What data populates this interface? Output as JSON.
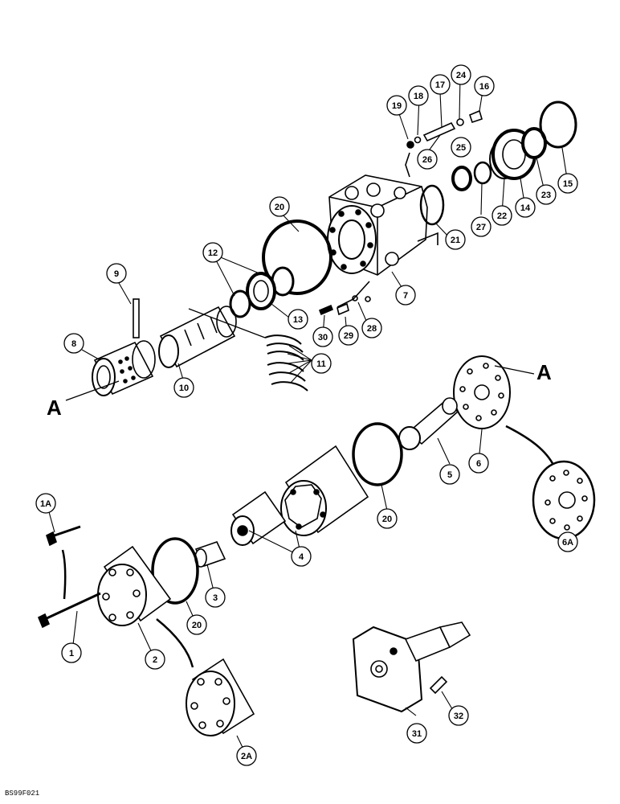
{
  "callouts": [
    "1",
    "1A",
    "2",
    "2A",
    "3",
    "4",
    "5",
    "6",
    "6A",
    "7",
    "8",
    "9",
    "10",
    "11",
    "12",
    "13",
    "14",
    "15",
    "16",
    "17",
    "18",
    "19",
    "20",
    "20",
    "20",
    "21",
    "22",
    "23",
    "24",
    "25",
    "26",
    "27",
    "28",
    "29",
    "30",
    "31",
    "32"
  ],
  "section_marks": [
    "A",
    "A"
  ],
  "figure_ref": "BS99F021",
  "colors": {
    "ink": "#000000",
    "paper": "#ffffff"
  }
}
